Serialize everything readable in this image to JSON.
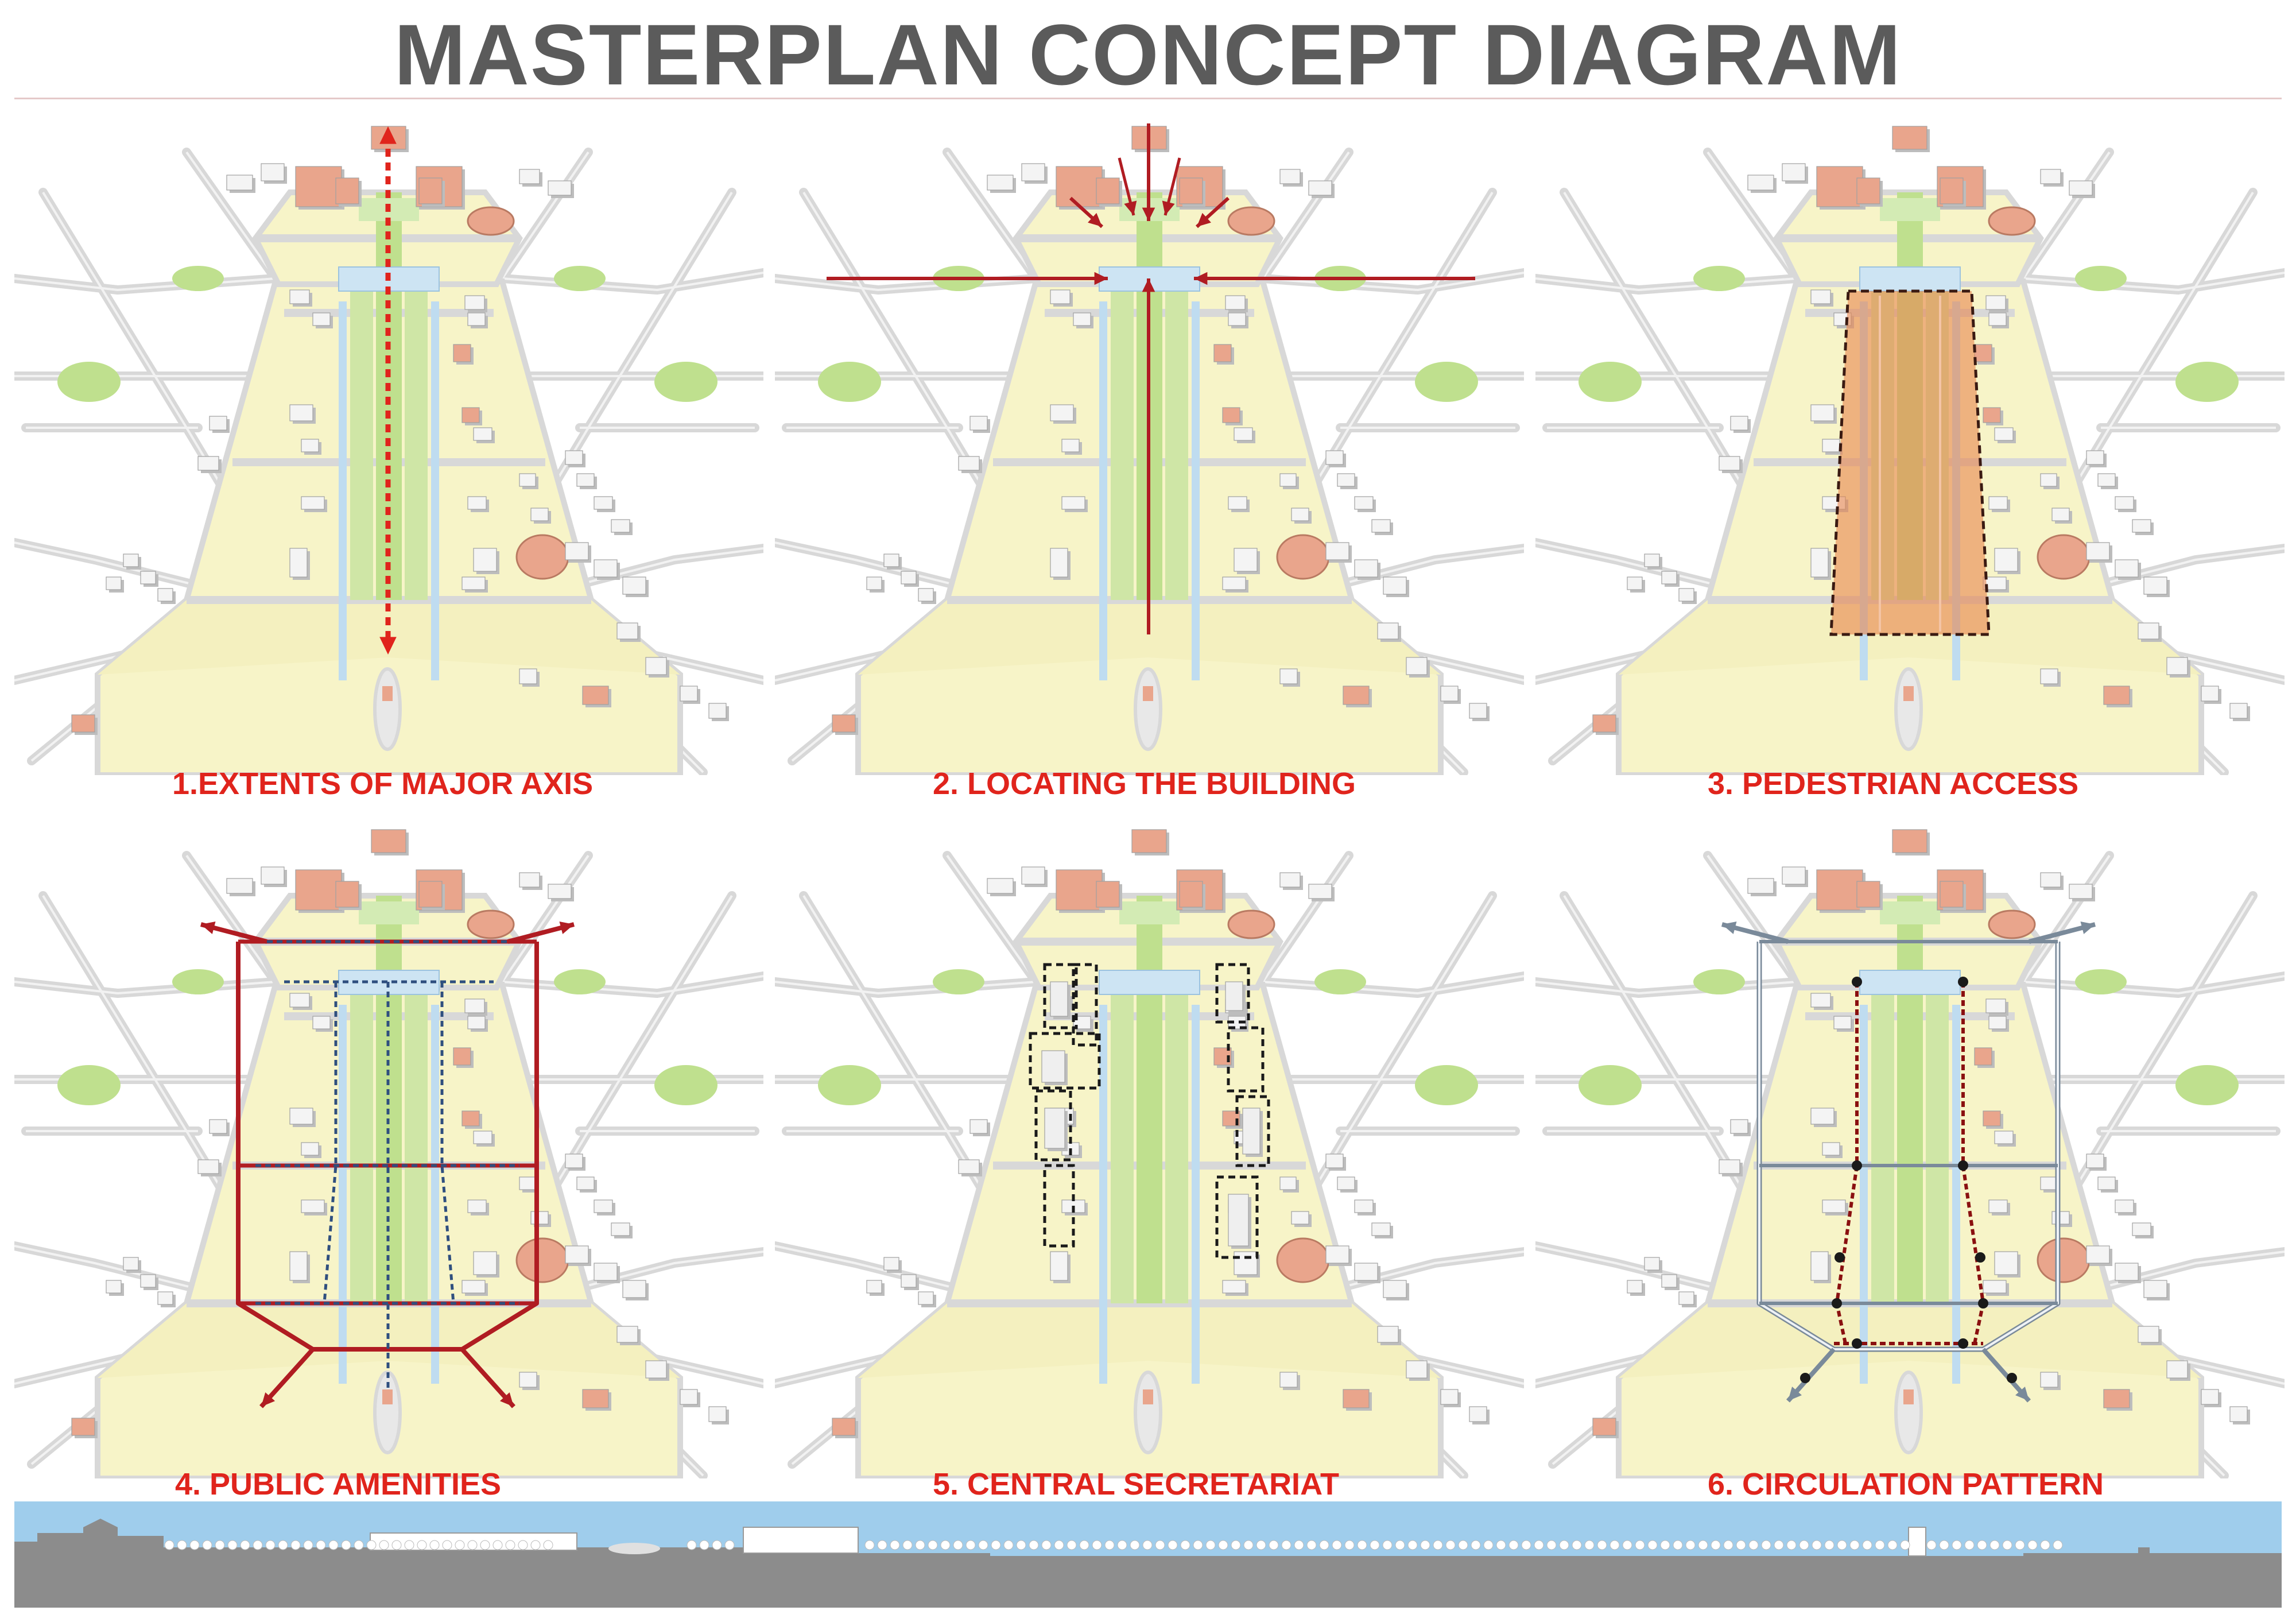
{
  "header": {
    "title": "MASTERPLAN CONCEPT DIAGRAM"
  },
  "panels": [
    {
      "id": "p1",
      "caption": "1.EXTENTS OF MAJOR AXIS"
    },
    {
      "id": "p2",
      "caption": "2. LOCATING THE BUILDING"
    },
    {
      "id": "p3",
      "caption": "3. PEDESTRIAN ACCESS"
    },
    {
      "id": "p4",
      "caption": "4. PUBLIC AMENITIES"
    },
    {
      "id": "p5",
      "caption": "5. CENTRAL SECRETARIAT"
    },
    {
      "id": "p6",
      "caption": "6. CIRCULATION PATTERN"
    }
  ],
  "colors": {
    "title": "#5b5b5b",
    "caption": "#e0241c",
    "site": "#f7f4c8",
    "green": "#bfe08e",
    "water": "#bfdcf0",
    "road": "#d8d8d8",
    "building": "#e9a58c",
    "axis": "#b01c22",
    "sky": "#9fcdec",
    "ground": "#8c8c8c"
  }
}
